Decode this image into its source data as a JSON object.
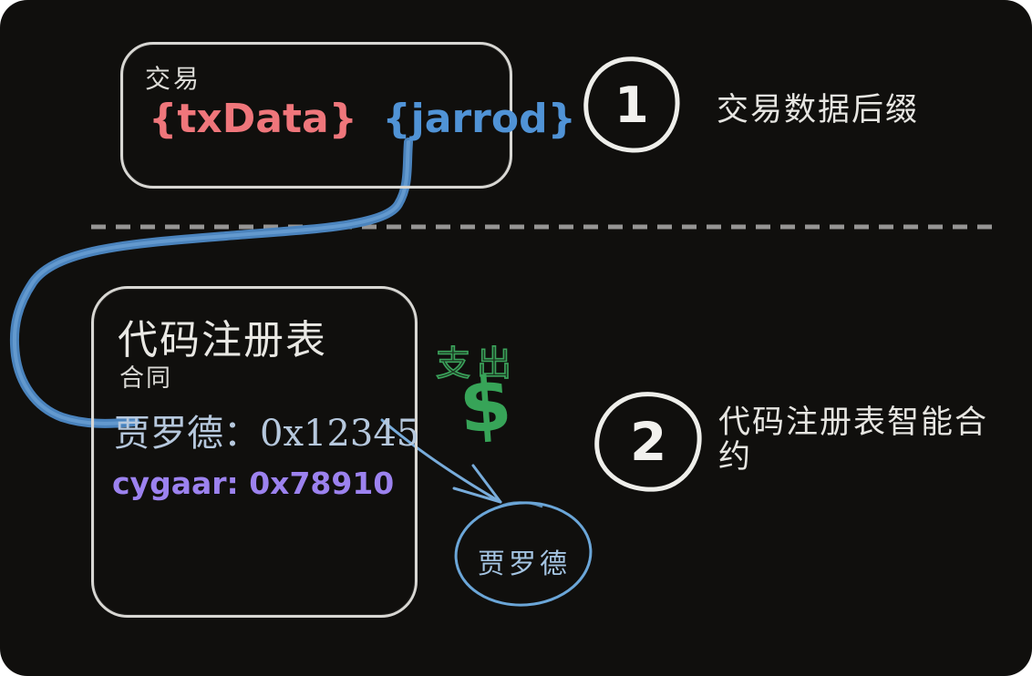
{
  "page": {
    "background": "#ffffff",
    "canvas_background": "#100f0d"
  },
  "transaction_box": {
    "title": "交易",
    "tx_data": "{txData}",
    "suffix": "{jarrod}"
  },
  "steps": {
    "one": {
      "number": "1",
      "label": "交易数据后缀"
    },
    "two": {
      "number": "2",
      "label_line1": "代码注册表智能合",
      "label_line2": "约"
    }
  },
  "registry_box": {
    "title": "代码注册表",
    "subtitle": "合同",
    "entries": [
      {
        "text": "贾罗德：0x12345"
      },
      {
        "text": "cygaar: 0x78910"
      }
    ]
  },
  "payout": {
    "label": "支出",
    "symbol": "$"
  },
  "target_circle": {
    "label": "贾罗德"
  },
  "icons": {
    "dollar": "dollar-icon",
    "step_one_circle": "circled-number-1",
    "step_two_circle": "circled-number-2"
  },
  "colors": {
    "tx_data_red": "#ef767b",
    "suffix_blue": "#5093d6",
    "entry_jarrod_blue": "#b6c8dd",
    "entry_cygaar_purple": "#9c82ef",
    "payout_green": "#3ba35b",
    "connector_blue": "#4a83bd",
    "light_blue": "#78acdb",
    "dashed_gray": "#969594",
    "white_text": "#e6e5e1",
    "border_white": "#d8d7d3"
  }
}
